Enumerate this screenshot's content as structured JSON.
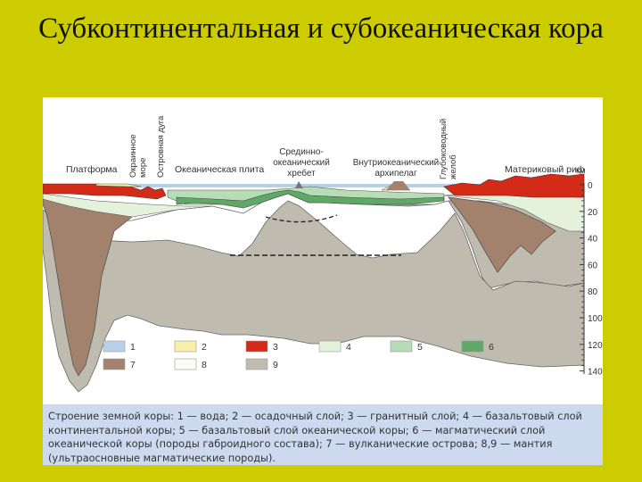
{
  "title": "Субконтинентальная и субокеаническая кора",
  "diagram": {
    "labels": {
      "platform": "Платформа",
      "marginal_sea": [
        "Окраинное",
        "море"
      ],
      "island_arc": "Островная дуга",
      "oceanic_plate": "Океаническая плита",
      "ridge": [
        "Срединно-",
        "океанический",
        "хребет"
      ],
      "archipelago": [
        "Внутриокеанический",
        "архипелаг"
      ],
      "trench": [
        "Глубоководный",
        "желоб"
      ],
      "reef": "Материковый риф"
    },
    "depth_scale": {
      "unit": "км",
      "ticks": [
        "0",
        "20",
        "40",
        "60",
        "80",
        "100",
        "120",
        "140"
      ]
    },
    "legend": [
      {
        "num": "1",
        "color": "#b8d0e8"
      },
      {
        "num": "2",
        "color": "#f8f0a8"
      },
      {
        "num": "3",
        "color": "#d42a18"
      },
      {
        "num": "4",
        "color": "#e4f2dc"
      },
      {
        "num": "5",
        "color": "#b6ddb6"
      },
      {
        "num": "6",
        "color": "#5fa866"
      },
      {
        "num": "7",
        "color": "#a2826c"
      },
      {
        "num": "8",
        "color": "#fbfbf2"
      },
      {
        "num": "9",
        "color": "#bfbbae"
      }
    ]
  },
  "caption": "Строение земной коры: 1 — вода; 2 — осадочный слой; 3 — гранитный слой; 4 — базальтовый слой континентальной коры; 5 — базальтовый слой океанической коры; 6 — магматический слой океанической коры (породы габроидного состава); 7 — вулканические острова; 8,9 — мантия (ультраосновные магматические породы)."
}
